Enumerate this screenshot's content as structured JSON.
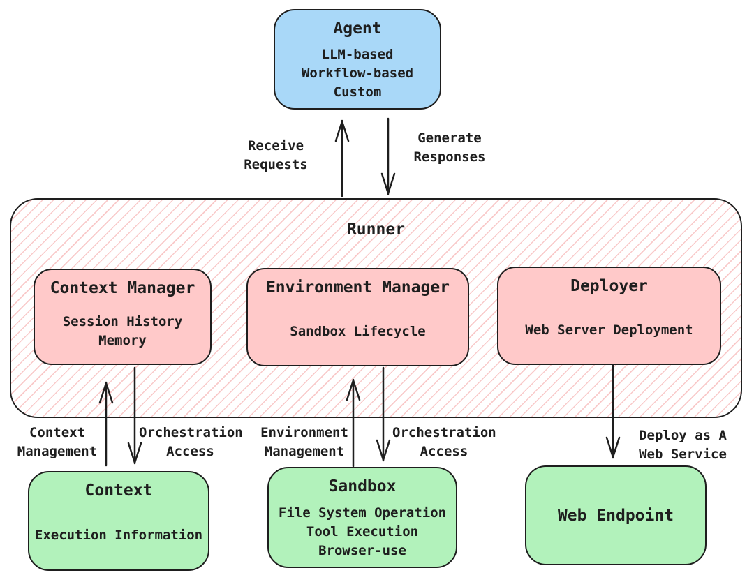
{
  "colors": {
    "background": "#ffffff",
    "stroke": "#1e1e1e",
    "agent_fill": "#a9d8f8",
    "manager_fill": "#ffc9c9",
    "resource_fill": "#b2f2bb",
    "hatch_line": "#f9caca"
  },
  "agent": {
    "title": "Agent",
    "lines": [
      "LLM-based",
      "Workflow-based",
      "Custom"
    ]
  },
  "runner": {
    "title": "Runner",
    "context_manager": {
      "title": "Context Manager",
      "lines": [
        "Session History",
        "Memory"
      ]
    },
    "environment_manager": {
      "title": "Environment Manager",
      "lines": [
        "Sandbox Lifecycle"
      ]
    },
    "deployer": {
      "title": "Deployer",
      "lines": [
        "Web Server Deployment"
      ]
    }
  },
  "resources": {
    "context": {
      "title": "Context",
      "lines": [
        "Execution Information"
      ]
    },
    "sandbox": {
      "title": "Sandbox",
      "lines": [
        "File System Operation",
        "Tool Execution",
        "Browser-use"
      ]
    },
    "web_endpoint": {
      "title": "Web Endpoint"
    }
  },
  "edge_labels": {
    "receive_requests": [
      "Receive",
      "Requests"
    ],
    "generate_responses": [
      "Generate",
      "Responses"
    ],
    "context_management": [
      "Context",
      "Management"
    ],
    "orchestration_access_left": [
      "Orchestration",
      "Access"
    ],
    "environment_management": [
      "Environment",
      "Management"
    ],
    "orchestration_access_middle": [
      "Orchestration",
      "Access"
    ],
    "deploy_as_a_web_service": [
      "Deploy as A",
      "Web Service"
    ]
  }
}
